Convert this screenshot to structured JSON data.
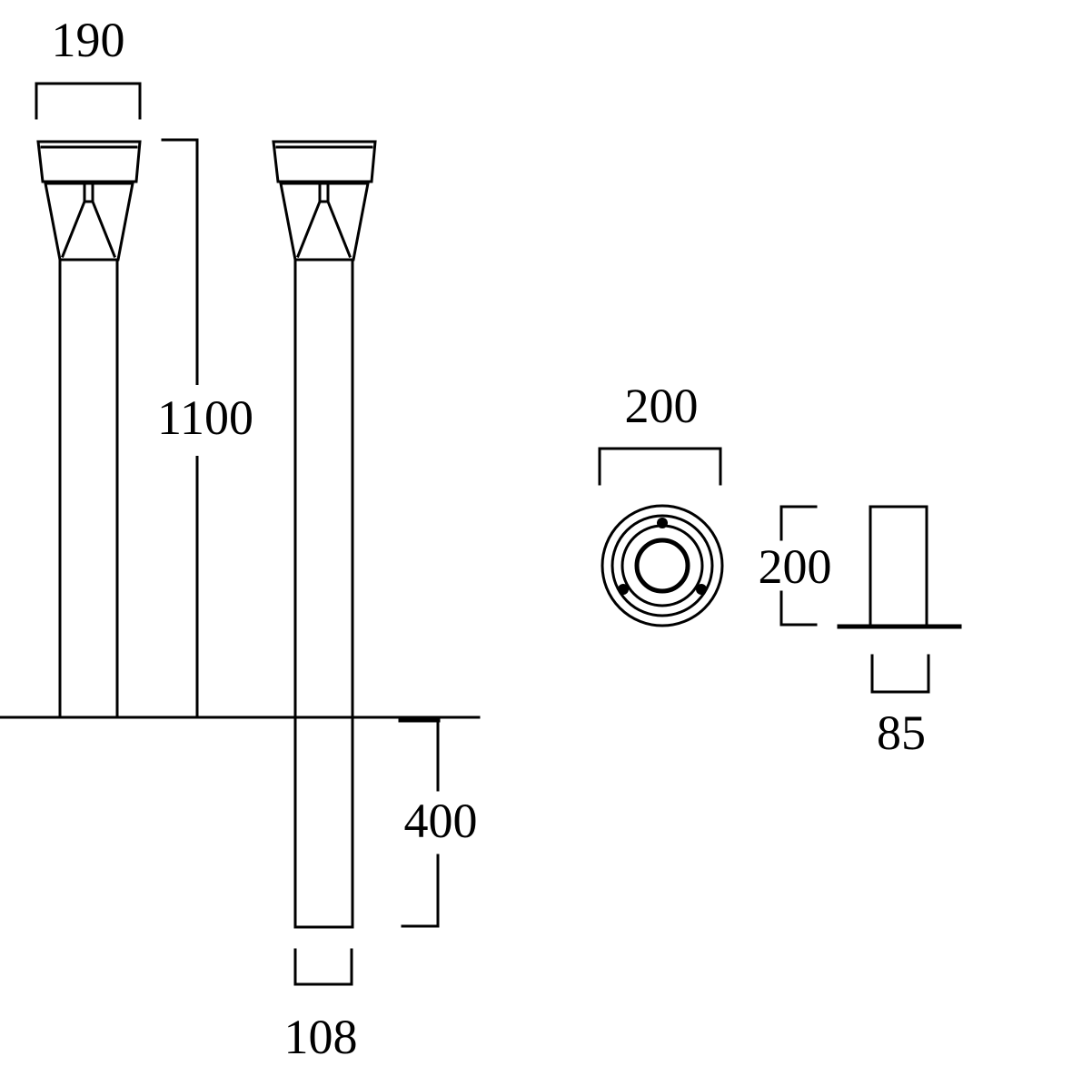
{
  "dimensions": {
    "head_width": "190",
    "height": "1100",
    "burial_depth": "400",
    "pole_diameter": "108",
    "base_diameter": "200",
    "base_height": "200",
    "anchor_width": "85"
  },
  "colors": {
    "line": "#000000",
    "background": "#ffffff"
  }
}
